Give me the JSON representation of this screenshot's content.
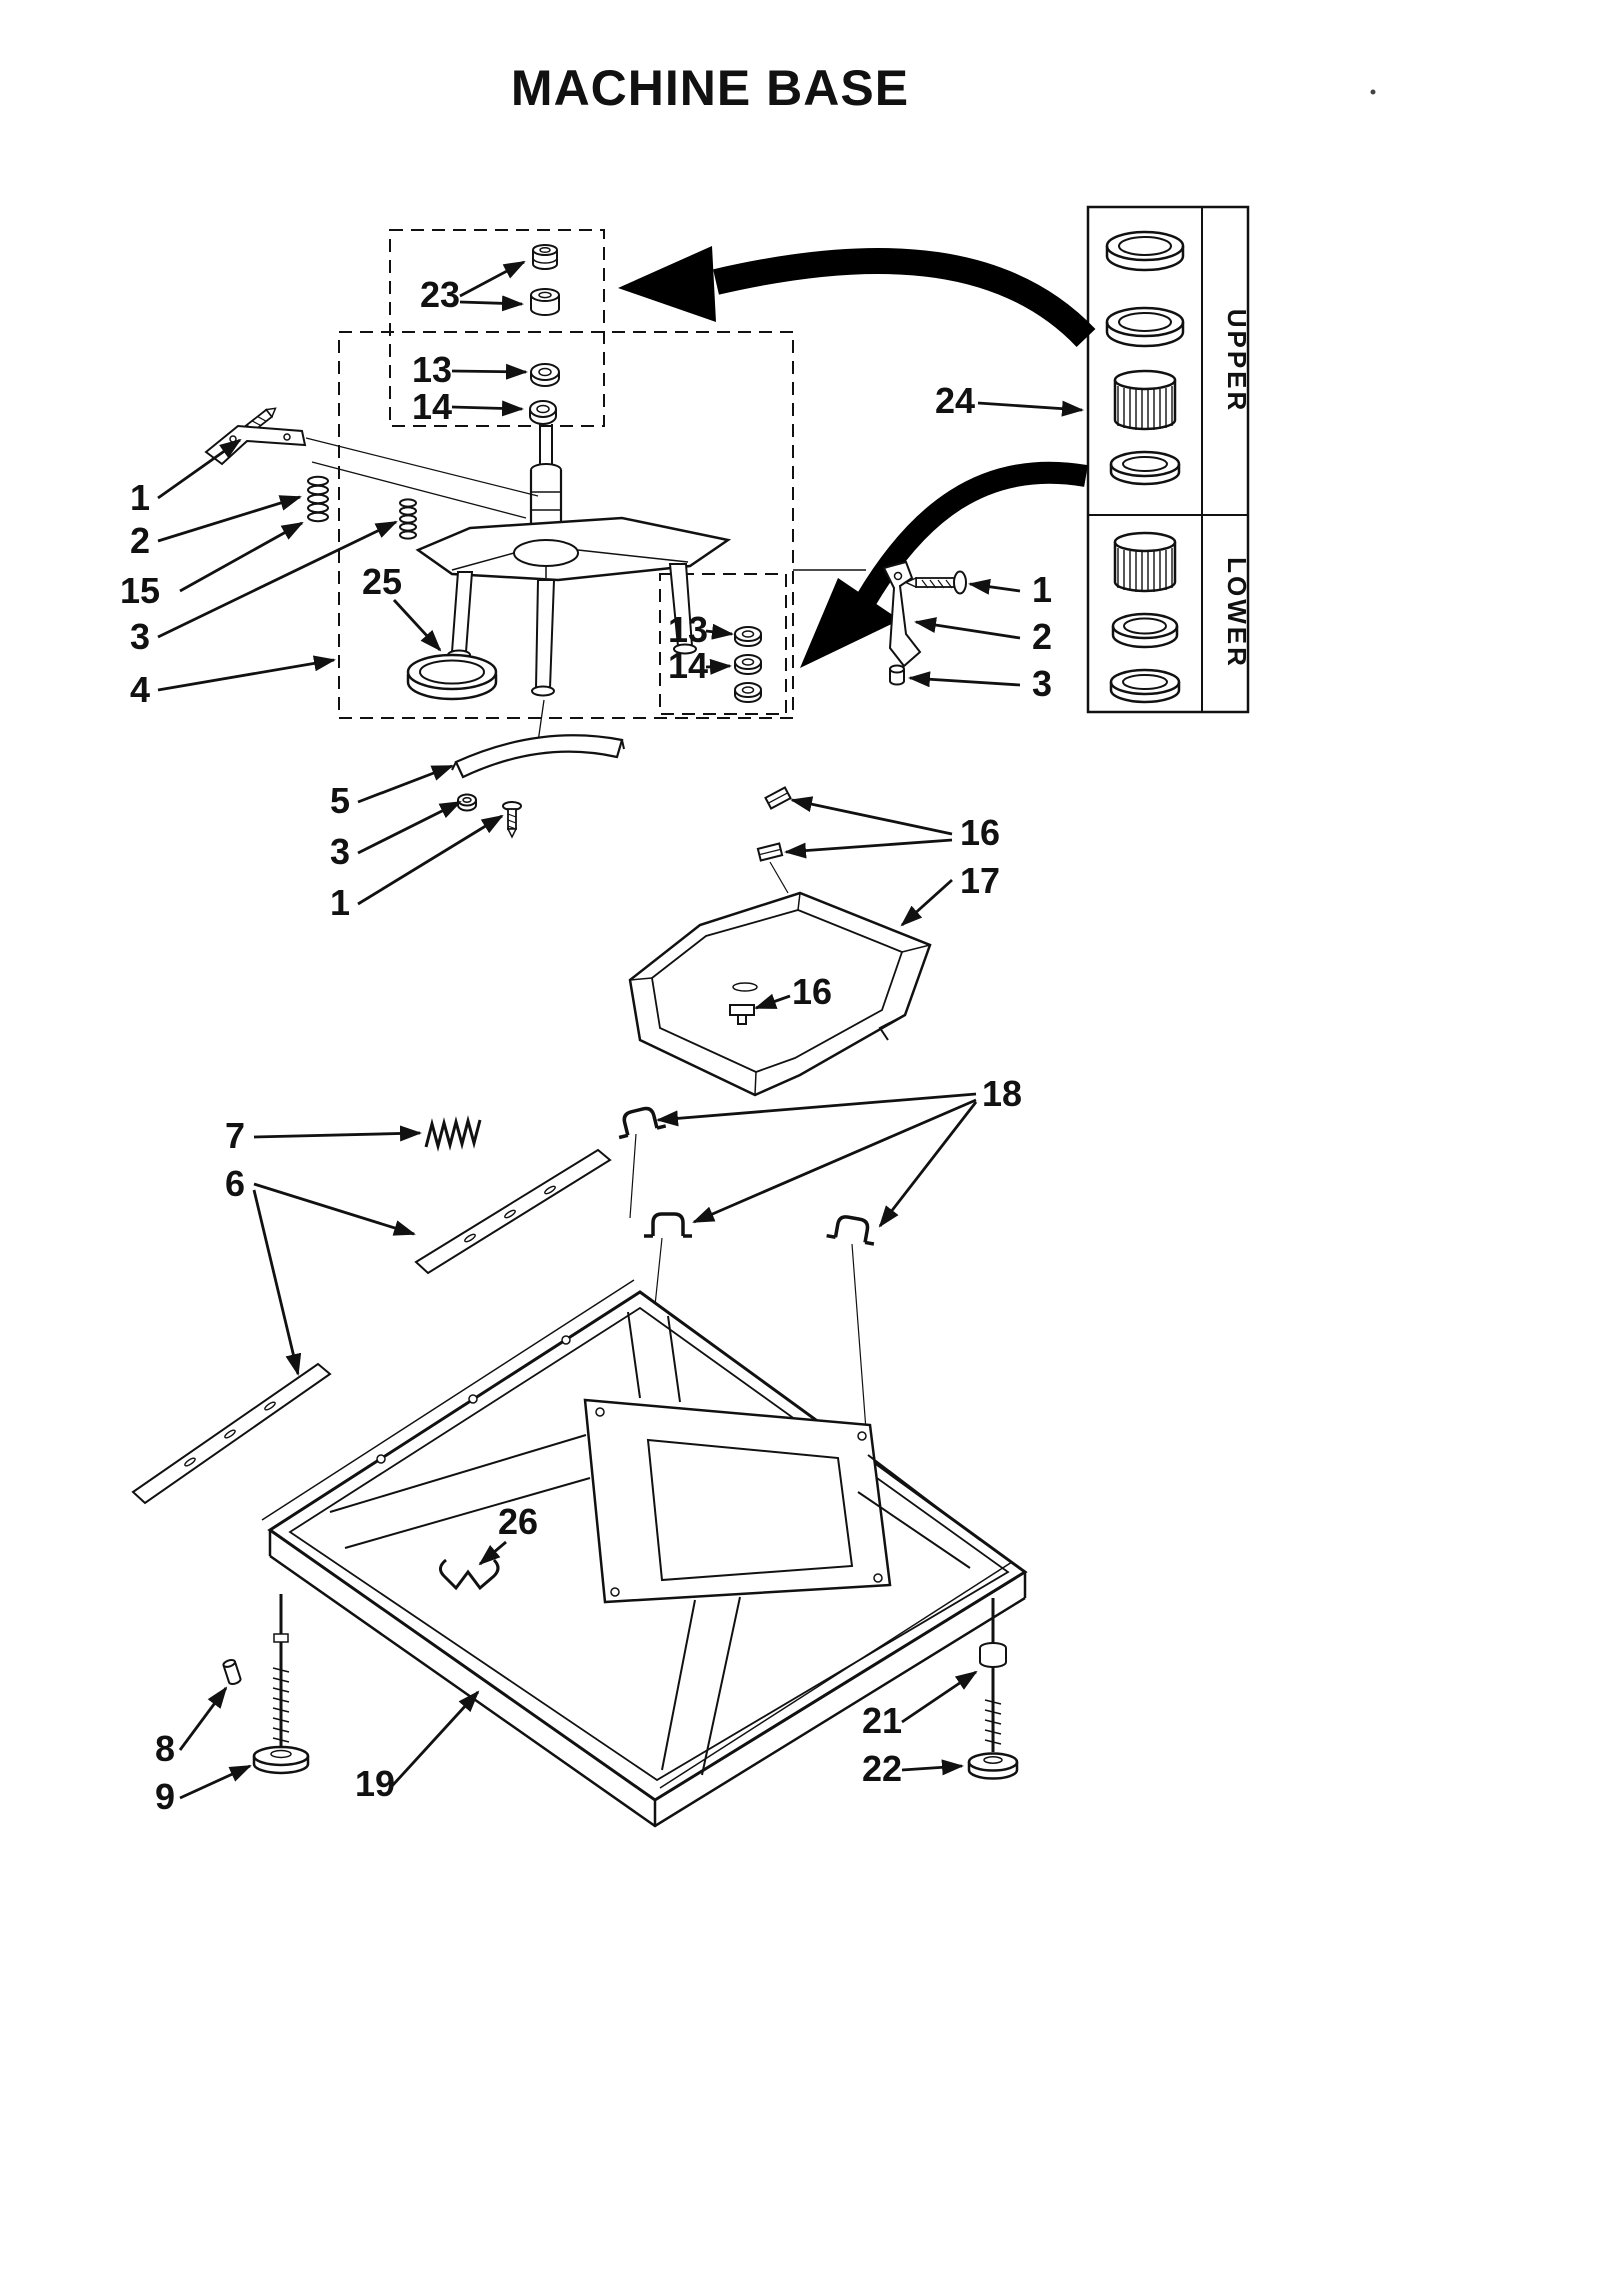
{
  "page": {
    "title": "MACHINE BASE"
  },
  "bearing_chart": {
    "upper": "UPPER",
    "lower": "LOWER"
  },
  "callouts": {
    "tl_1": "1",
    "tl_2": "2",
    "tl_15": "15",
    "tl_3": "3",
    "tl_4": "4",
    "box_23": "23",
    "box_13": "13",
    "box_14": "14",
    "c_25": "25",
    "mid_13": "13",
    "mid_14": "14",
    "r_1": "1",
    "r_2": "2",
    "r_3": "3",
    "c_24": "24",
    "ml_5": "5",
    "ml_3": "3",
    "ml_1": "1",
    "c_16a": "16",
    "c_17": "17",
    "c_16b": "16",
    "c_7": "7",
    "c_6": "6",
    "c_18": "18",
    "c_26": "26",
    "c_8": "8",
    "c_9": "9",
    "c_19": "19",
    "c_21": "21",
    "c_22": "22"
  }
}
